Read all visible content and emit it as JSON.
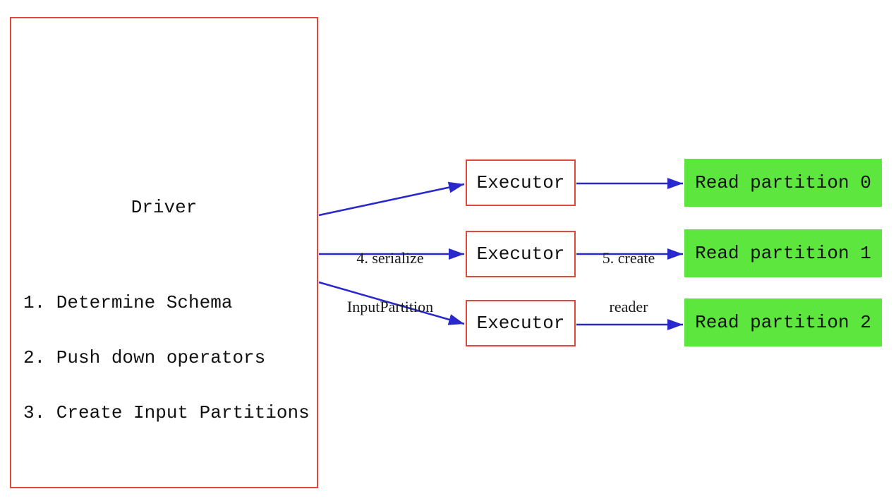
{
  "driver": {
    "title": "Driver",
    "steps": [
      "1. Determine Schema",
      "2. Push down operators",
      "3. Create Input Partitions"
    ]
  },
  "executors": [
    {
      "label": "Executor"
    },
    {
      "label": "Executor"
    },
    {
      "label": "Executor"
    }
  ],
  "partitions": [
    {
      "label": "Read partition 0"
    },
    {
      "label": "Read partition 1"
    },
    {
      "label": "Read partition 2"
    }
  ],
  "edge_labels": {
    "serialize": {
      "line1": "4. serialize",
      "line2": "InputPartition"
    },
    "create_reader": {
      "line1": "5. create",
      "line2": "reader"
    }
  },
  "colors": {
    "box_border_red": "#e2473b",
    "arrow_blue": "#2828cc",
    "partition_green": "#5ce63e",
    "text": "#111111"
  }
}
